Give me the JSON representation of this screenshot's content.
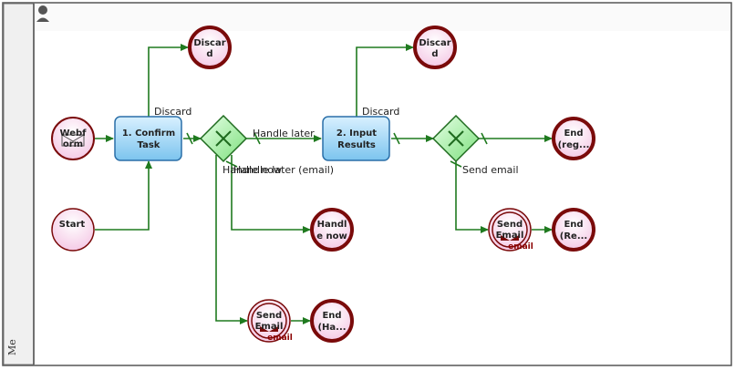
{
  "lane": {
    "label": "Me"
  },
  "events": {
    "webform": [
      "Webf",
      "orm"
    ],
    "start": [
      "Start"
    ],
    "discard1": [
      "Discar",
      "d"
    ],
    "discard2": [
      "Discar",
      "d"
    ],
    "end_reg": [
      "End",
      "(reg..."
    ],
    "handle_now": [
      "Handl",
      "e now"
    ],
    "end_re": [
      "End",
      "(Re..."
    ],
    "end_ha": [
      "End",
      "(Ha..."
    ],
    "send_email_top": [
      "Send",
      "Email"
    ],
    "send_email_bottom": [
      "Send",
      "Email"
    ]
  },
  "tasks": {
    "confirm": [
      "1. Confirm",
      "Task"
    ],
    "input": [
      "2. Input",
      "Results"
    ]
  },
  "flow_labels": {
    "discard1": "Discard",
    "discard2": "Discard",
    "handle_later": "Handle later",
    "handle_now_overlap_a": "Handle now",
    "handle_now_overlap_b": "Handle later (email)",
    "send_email": "Send email"
  },
  "icon_labels": {
    "email_top": "email",
    "email_bottom": "email"
  },
  "colors": {
    "flow": "#1f7a1f",
    "event_border": "#7a0a0a",
    "event_fill": "#fbe0ef",
    "task_border": "#2a6fa8",
    "task_fill": "#9fd6f5",
    "gateway_fill": "#b8f0b8"
  }
}
